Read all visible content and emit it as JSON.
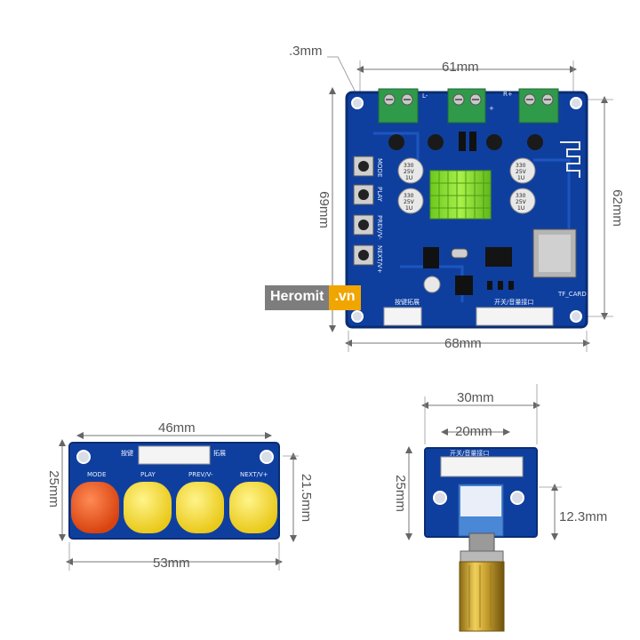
{
  "watermark": {
    "part1": "Heromit",
    "part2": ".vn"
  },
  "main_board": {
    "dim_top": "61mm",
    "dim_corner": ".3mm",
    "dim_left": "69mm",
    "dim_right": "62mm",
    "dim_bottom": "68mm",
    "labels": {
      "mode": "MODE",
      "play": "PLAY",
      "prev": "PREV/V-",
      "next": "NEXT/V+",
      "tf_card": "TF_CARD",
      "connector_keys": "按键拓展",
      "connector_switch": "开关/音量接口",
      "l_minus": "L-",
      "plus": "+",
      "r_plus": "R+"
    },
    "capacitors": [
      {
        "line1": "330",
        "line2": "25V",
        "line3": "1U"
      },
      {
        "line1": "330",
        "line2": "25V",
        "line3": "1U"
      },
      {
        "line1": "330",
        "line2": "25V",
        "line3": "1U"
      },
      {
        "line1": "330",
        "line2": "25V",
        "line3": "1U"
      }
    ]
  },
  "button_board": {
    "dim_width": "46mm",
    "dim_left": "25mm",
    "dim_right": "21.5mm",
    "dim_bottom": "53mm",
    "label_keys_left": "按键",
    "label_keys_right": "拓展",
    "buttons": [
      {
        "label": "MODE",
        "color": "#e8531f"
      },
      {
        "label": "PLAY",
        "color": "#f5dd2a"
      },
      {
        "label": "PREV/V-",
        "color": "#f5dd2a"
      },
      {
        "label": "NEXT/V+",
        "color": "#f5dd2a"
      }
    ]
  },
  "pot_board": {
    "dim_width": "30mm",
    "dim_inner": "20mm",
    "dim_left": "25mm",
    "dim_right": "12.3mm",
    "label_connector": "开关/音量接口"
  },
  "colors": {
    "pcb": "#0f3f9e",
    "pcb_edge": "#0a2d73",
    "terminal": "#2f9a4a",
    "heatsink": "#86e02a"
  }
}
